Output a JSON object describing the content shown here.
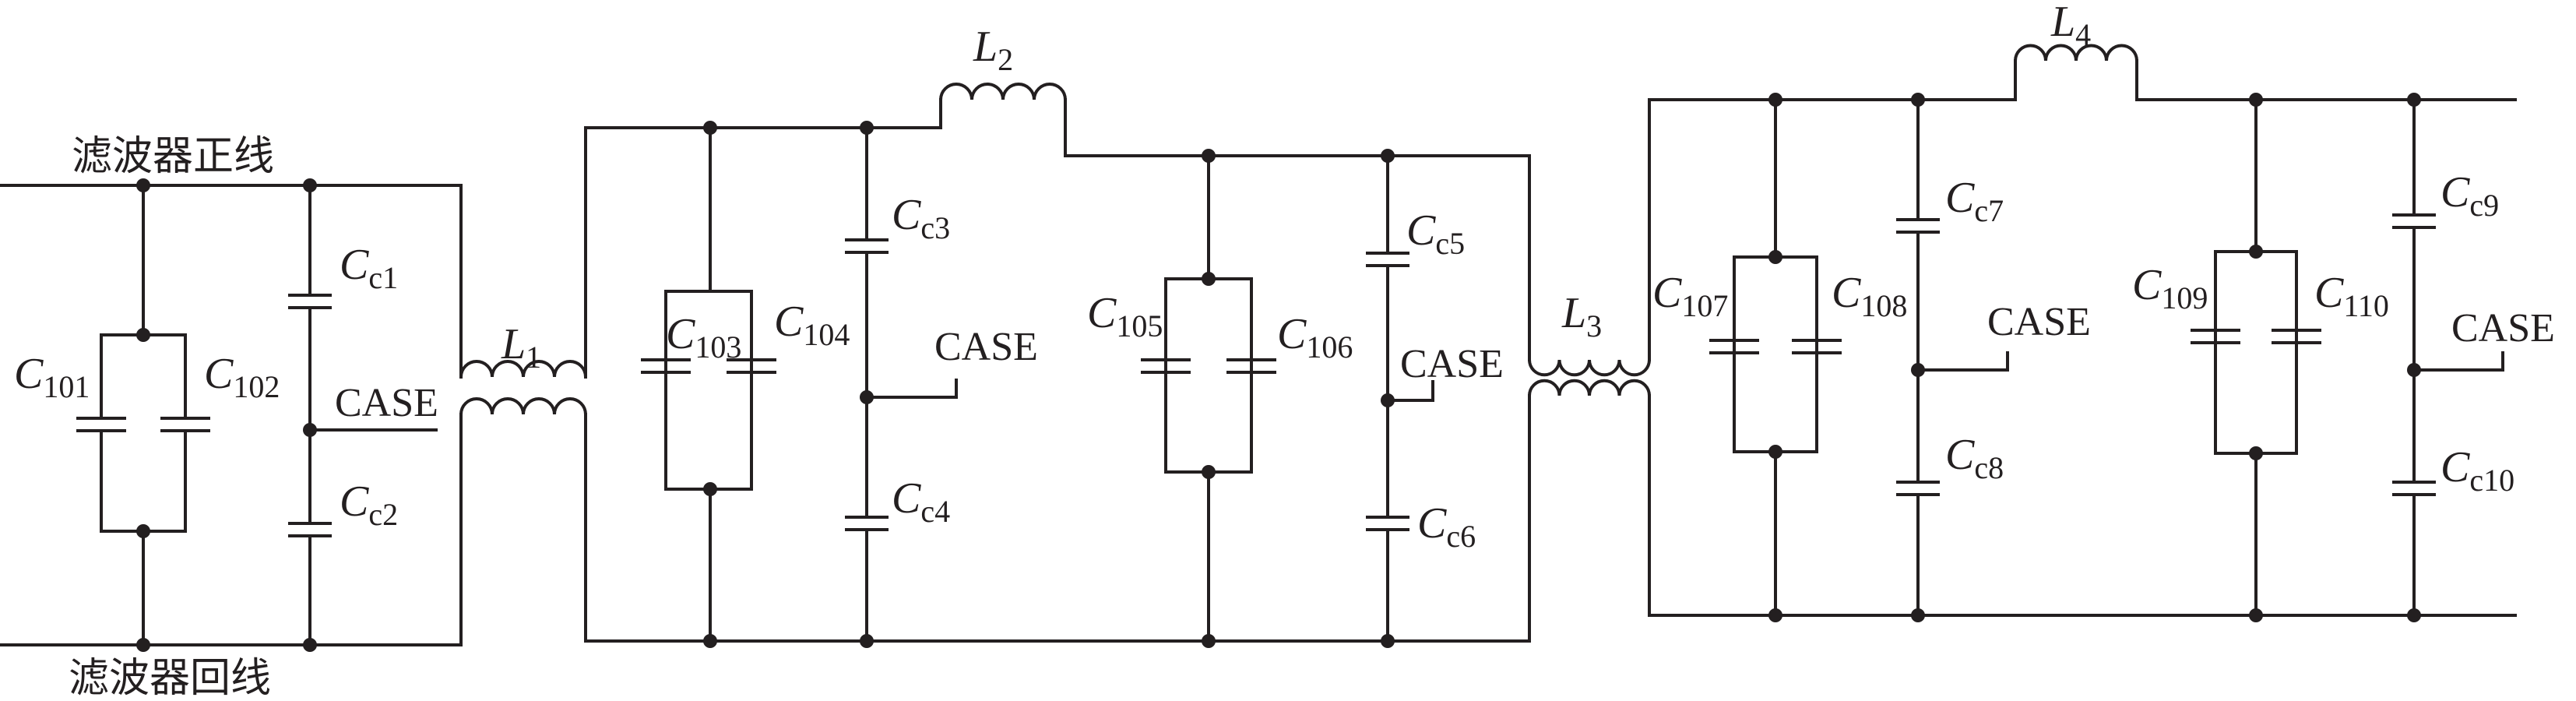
{
  "rails": {
    "positive": "滤波器正线",
    "return": "滤波器回线"
  },
  "case_label": "CASE",
  "symbols": {
    "capacitor": "C",
    "inductor": "L"
  },
  "inductors": [
    "1",
    "2",
    "3",
    "4"
  ],
  "capacitors": {
    "diff": [
      "101",
      "102",
      "103",
      "104",
      "105",
      "106",
      "107",
      "108",
      "109",
      "110"
    ],
    "common": [
      "c1",
      "c2",
      "c3",
      "c4",
      "c5",
      "c6",
      "c7",
      "c8",
      "c9",
      "c10"
    ]
  },
  "colors": {
    "ink": "#231f20",
    "background": "#ffffff"
  }
}
